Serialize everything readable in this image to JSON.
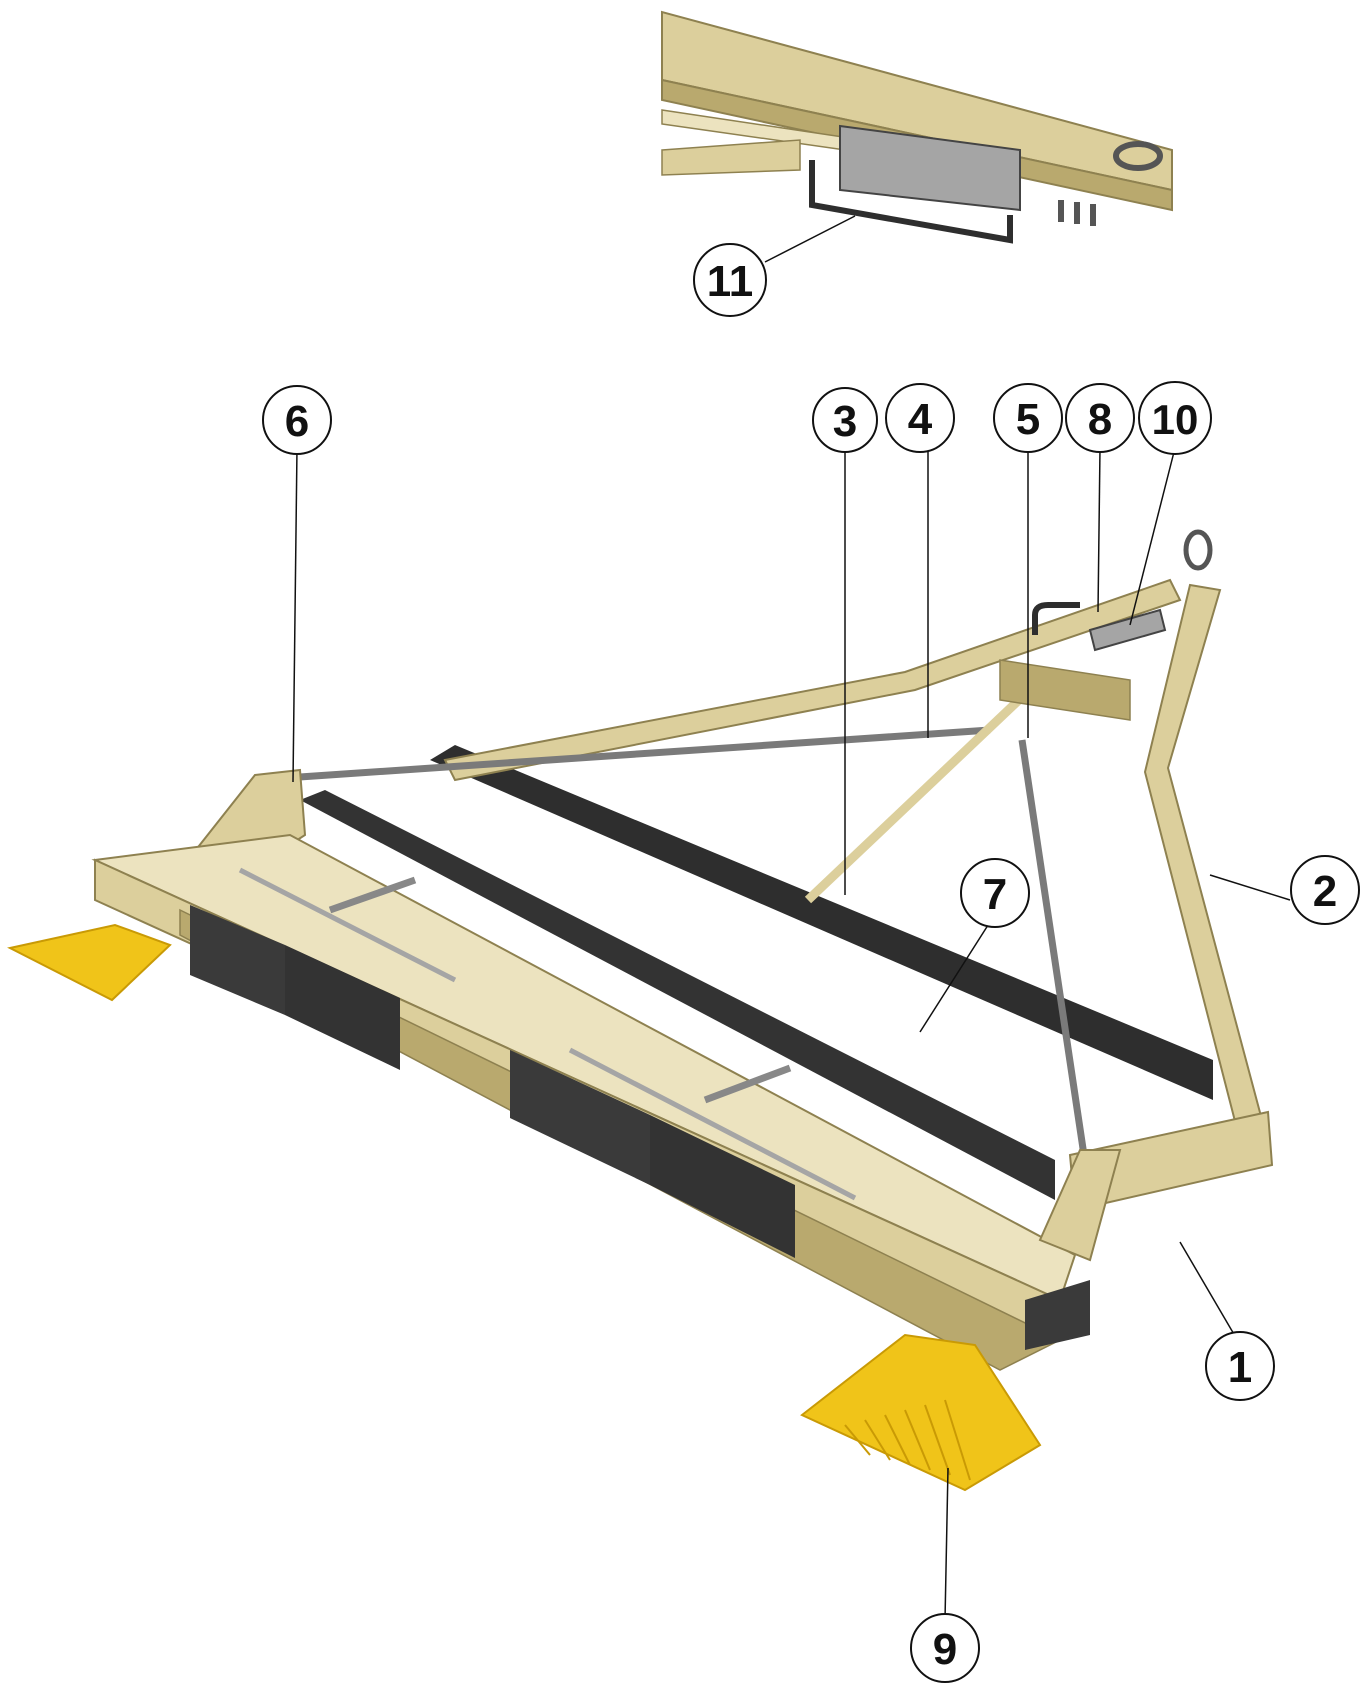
{
  "callouts": {
    "c1": "1",
    "c2": "2",
    "c3": "3",
    "c4": "4",
    "c5": "5",
    "c6": "6",
    "c7": "7",
    "c8": "8",
    "c9": "9",
    "c10": "10",
    "c11": "11"
  },
  "colors": {
    "frame_tan": "#dccf9c",
    "frame_tan_dark": "#b9a96e",
    "frame_tan_light": "#ece3bf",
    "beam_dark": "#2e2e2e",
    "strut_gray": "#7a7a7a",
    "skid_yellow": "#f0c419",
    "skid_yellow_dark": "#c99a05",
    "box_dark": "#3a3a3a",
    "box_gray": "#a5a5a5"
  }
}
